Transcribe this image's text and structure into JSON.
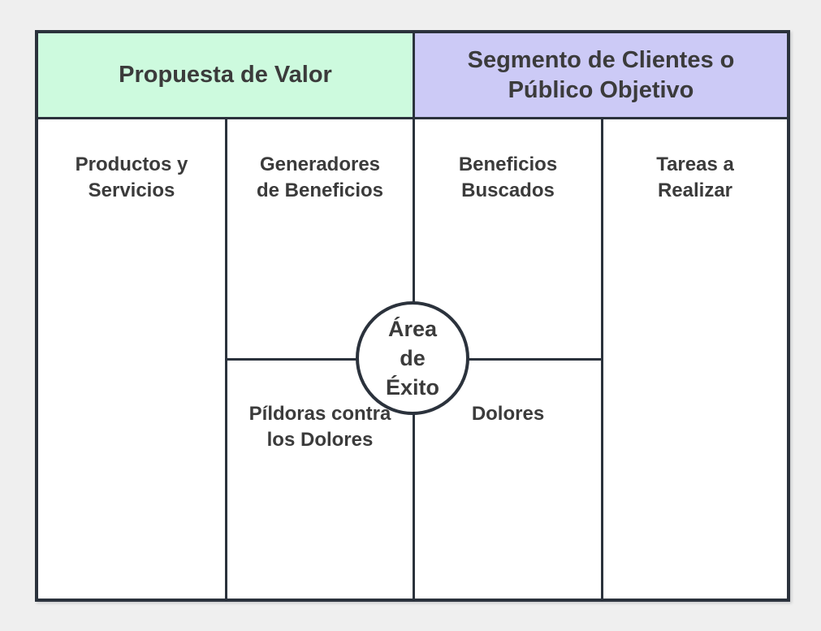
{
  "colors": {
    "page_background": "#efefef",
    "canvas_background": "#ffffff",
    "border": "#2b323c",
    "header_left_background": "#cdfade",
    "header_right_background": "#cccaf6",
    "text": "#3b3b3b"
  },
  "headers": {
    "value_proposition": "Propuesta de Valor",
    "customer_segment": "Segmento de Clientes o\nPúblico Objetivo"
  },
  "cells": {
    "products_services": "Productos y\nServicios",
    "gain_creators": "Generadores\nde Beneficios",
    "gains": "Beneficios\nBuscados",
    "jobs": "Tareas a\nRealizar",
    "pain_relievers": "Píldoras contra\nlos Dolores",
    "pains": "Dolores"
  },
  "circle": {
    "label": "Área\nde\nÉxito"
  }
}
